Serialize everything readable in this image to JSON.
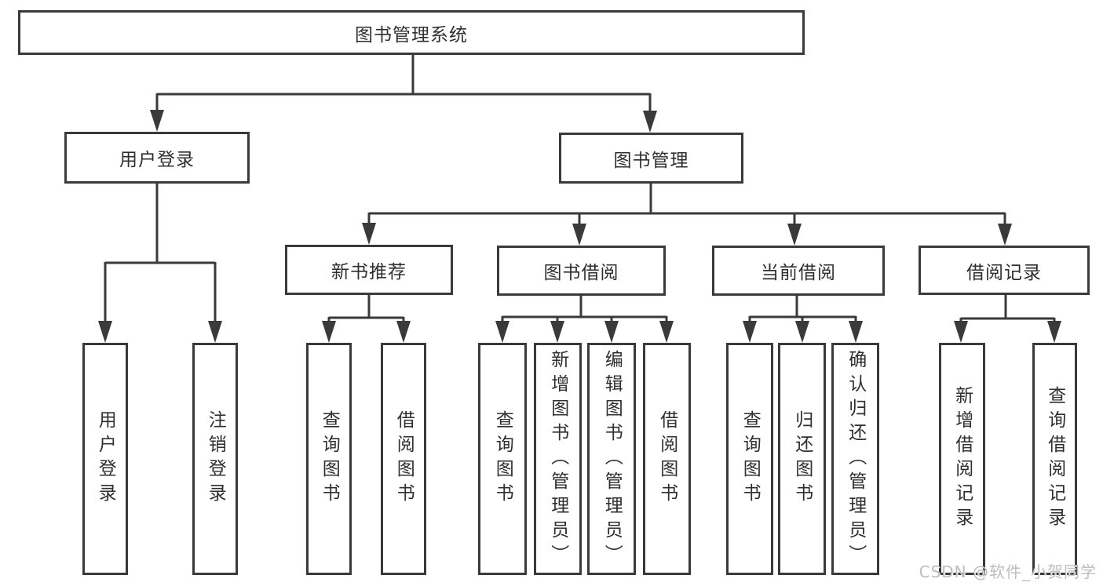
{
  "diagram": {
    "root": {
      "label": "图书管理系统"
    },
    "branches": [
      {
        "label": "用户登录",
        "children": [
          "用户登录",
          "注销登录"
        ]
      },
      {
        "label": "图书管理",
        "children": [
          {
            "label": "新书推荐",
            "children": [
              "查询图书",
              "借阅图书"
            ]
          },
          {
            "label": "图书借阅",
            "children": [
              "查询图书",
              "新增图书（管理员）",
              "编辑图书（管理员）",
              "借阅图书"
            ]
          },
          {
            "label": "当前借阅",
            "children": [
              "查询图书",
              "归还图书",
              "确认归还（管理员）"
            ]
          },
          {
            "label": "借阅记录",
            "children": [
              "新增借阅记录",
              "查询借阅记录"
            ]
          }
        ]
      }
    ],
    "watermark": "CSDN @软件_小贺同学"
  },
  "colors": {
    "line": "#3a3a3a",
    "text": "#2f2f2f",
    "watermark": "#bdbdbd",
    "background": "#ffffff"
  }
}
